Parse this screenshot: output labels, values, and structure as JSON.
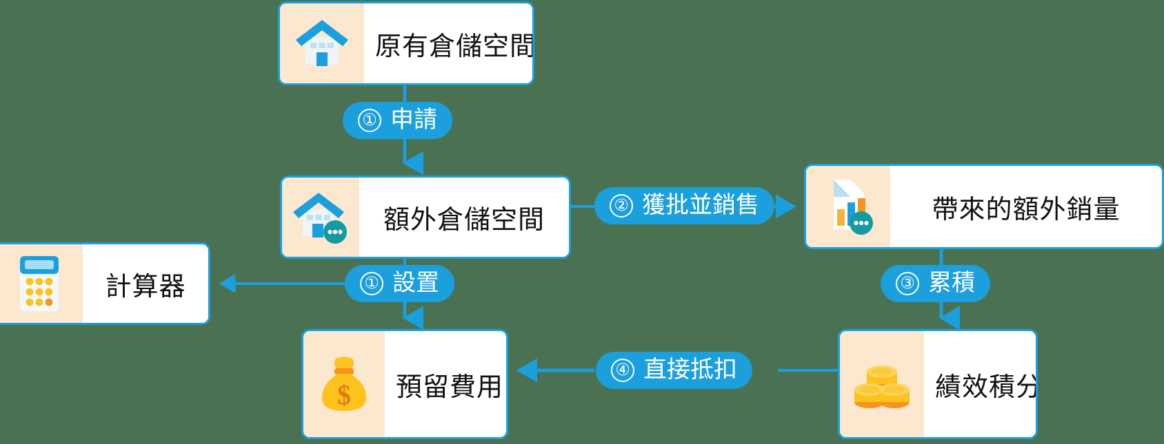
{
  "diagram": {
    "background_color": "#4a7252",
    "accent_color": "#1b9fdd",
    "icon_panel_color": "#fbe8cf",
    "nodes": [
      {
        "id": "original",
        "label": "原有倉儲空間",
        "icon": "house-icon"
      },
      {
        "id": "extra",
        "label": "額外倉儲空間",
        "icon": "house-chat-icon"
      },
      {
        "id": "sales",
        "label": "帶來的額外銷量",
        "icon": "bar-chart-document-chat-icon"
      },
      {
        "id": "calculator",
        "label": "計算器",
        "icon": "calculator-icon"
      },
      {
        "id": "reserved",
        "label": "預留費用",
        "icon": "money-bag-icon"
      },
      {
        "id": "points",
        "label": "績效積分",
        "icon": "coins-icon"
      }
    ],
    "steps": [
      {
        "id": "step1",
        "number": "①",
        "label": "申請",
        "from": "original",
        "to": "extra"
      },
      {
        "id": "step2",
        "number": "②",
        "label": "獲批並銷售",
        "from": "extra",
        "to": "sales"
      },
      {
        "id": "step3",
        "number": "③",
        "label": "累積",
        "from": "sales",
        "to": "points"
      },
      {
        "id": "step4",
        "number": "④",
        "label": "直接抵扣",
        "from": "points",
        "to": "reserved"
      },
      {
        "id": "step5",
        "number": "①",
        "label": "設置",
        "from": "extra",
        "to": "calculator"
      }
    ]
  }
}
